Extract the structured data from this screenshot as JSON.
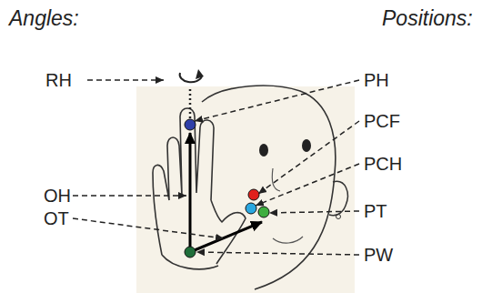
{
  "diagram": {
    "labels": [
      "Angles:",
      "Positions:",
      "RH",
      "PH",
      "PCF",
      "PCH",
      "OH",
      "PT",
      "OT",
      "PW"
    ]
  }
}
